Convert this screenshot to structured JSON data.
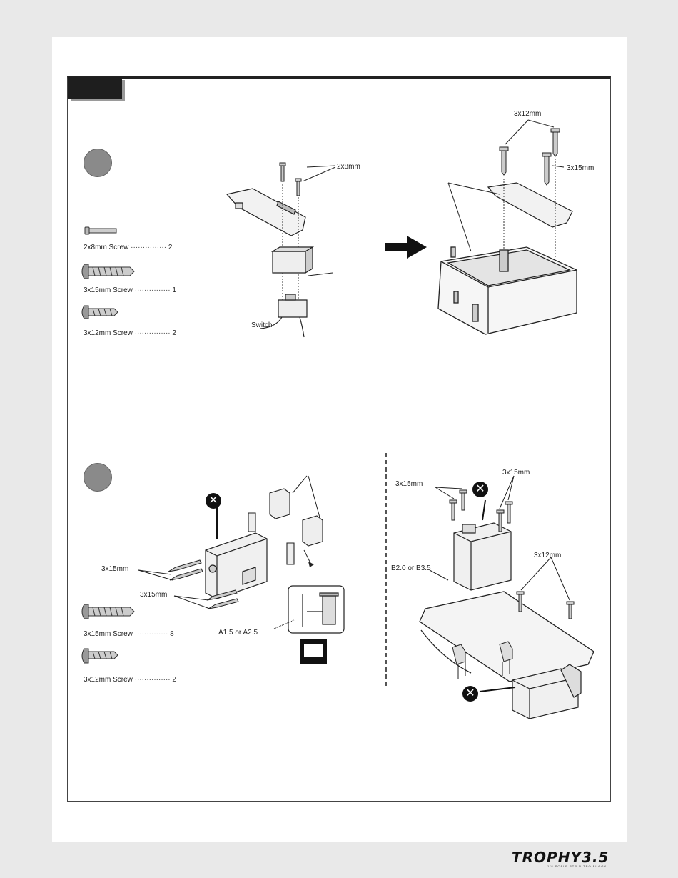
{
  "step1": {
    "parts": [
      {
        "label": "2x8mm Screw",
        "qty": "2",
        "icon": "machine-screw-icon"
      },
      {
        "label": "3x15mm Screw",
        "qty": "1",
        "icon": "self-tapping-screw-icon"
      },
      {
        "label": "3x12mm Screw",
        "qty": "2",
        "icon": "self-tapping-screw-icon"
      }
    ],
    "callouts": {
      "screw_2x8": "2x8mm",
      "switch": "Switch",
      "screw_3x12": "3x12mm",
      "screw_3x15": "3x15mm"
    }
  },
  "step2": {
    "parts": [
      {
        "label": "3x15mm Screw",
        "qty": "8",
        "icon": "self-tapping-screw-icon"
      },
      {
        "label": "3x12mm Screw",
        "qty": "2",
        "icon": "self-tapping-screw-icon"
      }
    ],
    "callouts": {
      "left_3x15_a": "3x15mm",
      "left_3x15_b": "3x15mm",
      "spacer": "A1.5 or A2.5",
      "right_3x15_a": "3x15mm",
      "right_3x15_b": "3x15mm",
      "right_3x12": "3x12mm",
      "spacer_b": "B2.0 or B3.5"
    }
  },
  "logo": {
    "text": "TROPHY3.5",
    "subtitle": "1/8 SCALE RTR NITRO BUGGY"
  }
}
